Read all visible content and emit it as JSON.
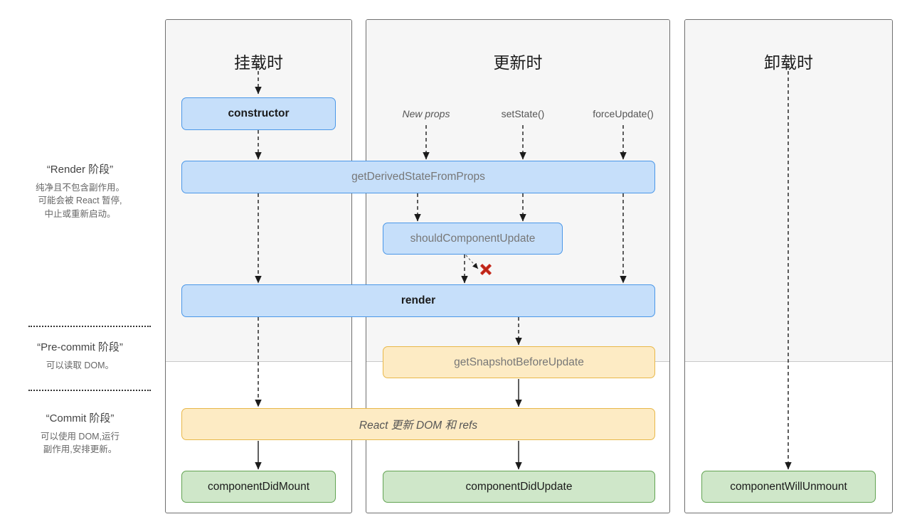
{
  "diagram": {
    "title_columns": [
      {
        "key": "mounting",
        "label": "挂载时"
      },
      {
        "key": "updating",
        "label": "更新时"
      },
      {
        "key": "unmounting",
        "label": "卸载时"
      }
    ],
    "phases": [
      {
        "key": "render",
        "title": "“Render 阶段”",
        "lines": [
          "纯净且不包含副作用。",
          "可能会被 React 暂停,",
          "中止或重新启动。"
        ]
      },
      {
        "key": "pre-commit",
        "title": "“Pre-commit 阶段”",
        "lines": [
          "可以读取 DOM。"
        ]
      },
      {
        "key": "commit",
        "title": "“Commit 阶段”",
        "lines": [
          "可以使用 DOM,运行",
          "副作用,安排更新。"
        ]
      }
    ],
    "triggers": [
      {
        "key": "new-props",
        "label": "New props",
        "italic": true
      },
      {
        "key": "set-state",
        "label": "setState()",
        "italic": false
      },
      {
        "key": "force-update",
        "label": "forceUpdate()",
        "italic": false
      }
    ],
    "nodes": [
      {
        "key": "constructor",
        "label": "constructor",
        "color": "blue",
        "style": "strong"
      },
      {
        "key": "get-derived-state-from-props",
        "label": "getDerivedStateFromProps",
        "color": "blue",
        "style": "muted"
      },
      {
        "key": "should-component-update",
        "label": "shouldComponentUpdate",
        "color": "blue",
        "style": "muted"
      },
      {
        "key": "render",
        "label": "render",
        "color": "blue",
        "style": "strong"
      },
      {
        "key": "get-snapshot-before-update",
        "label": "getSnapshotBeforeUpdate",
        "color": "yellow",
        "style": "muted"
      },
      {
        "key": "react-updates-dom",
        "label": "React 更新 DOM 和 refs",
        "color": "yellow",
        "style": "italic"
      },
      {
        "key": "component-did-mount",
        "label": "componentDidMount",
        "color": "green",
        "style": "normal"
      },
      {
        "key": "component-did-update",
        "label": "componentDidUpdate",
        "color": "green",
        "style": "normal"
      },
      {
        "key": "component-will-unmount",
        "label": "componentWillUnmount",
        "color": "green",
        "style": "normal"
      }
    ],
    "markers": [
      {
        "key": "skip-render",
        "glyph": "✖",
        "color": "#cc2b1d"
      }
    ],
    "colors": {
      "blue_fill": "#c6dffa",
      "blue_stroke": "#4a97e8",
      "yellow_fill": "#fdebc4",
      "yellow_stroke": "#e8b84a",
      "green_fill": "#cfe7c9",
      "green_stroke": "#62a352",
      "column_shade": "#f6f6f6",
      "column_border": "#6f6f6f",
      "marker_red": "#cc2b1d",
      "text_dark": "#1b1b1b",
      "text_muted": "#777777"
    }
  }
}
